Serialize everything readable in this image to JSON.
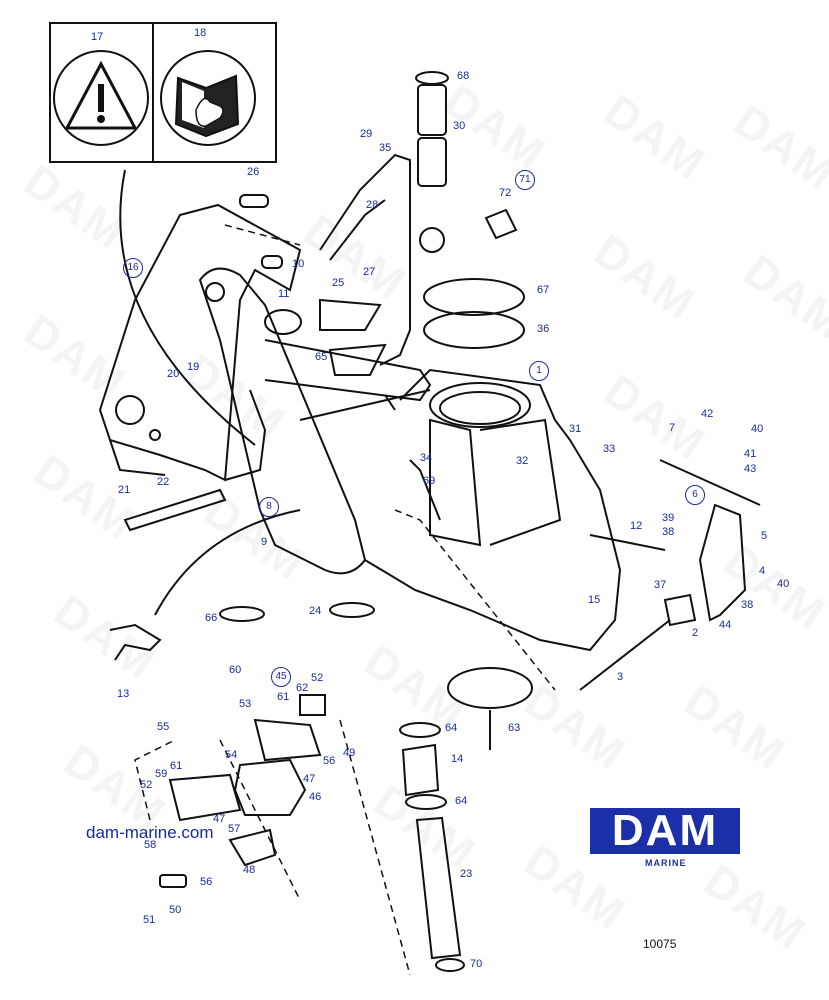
{
  "watermark": "DAM",
  "panel": {
    "warning_number": "17",
    "manual_number": "18",
    "warning_icon": "warning-triangle-icon",
    "manual_icon": "manual-book-icon"
  },
  "callouts": [
    "1",
    "2",
    "3",
    "4",
    "5",
    "6",
    "7",
    "8",
    "9",
    "10",
    "11",
    "12",
    "13",
    "14",
    "15",
    "16",
    "19",
    "20",
    "21",
    "22",
    "23",
    "24",
    "25",
    "26",
    "27",
    "28",
    "29",
    "30",
    "31",
    "32",
    "33",
    "34",
    "35",
    "36",
    "37",
    "38",
    "38",
    "39",
    "40",
    "40",
    "41",
    "42",
    "43",
    "44",
    "45",
    "46",
    "47",
    "47",
    "48",
    "49",
    "50",
    "51",
    "52",
    "52",
    "53",
    "54",
    "55",
    "56",
    "56",
    "57",
    "58",
    "59",
    "60",
    "61",
    "61",
    "62",
    "63",
    "64",
    "64",
    "65",
    "66",
    "67",
    "68",
    "69",
    "70",
    "71",
    "72"
  ],
  "website": "dam-marine.com",
  "logo": {
    "word": "DAM",
    "sub": "MARINE",
    "color": "#1b2fa8"
  },
  "figure_number": "10075",
  "colors": {
    "callout": "#1a2a9c",
    "line": "#111111"
  }
}
